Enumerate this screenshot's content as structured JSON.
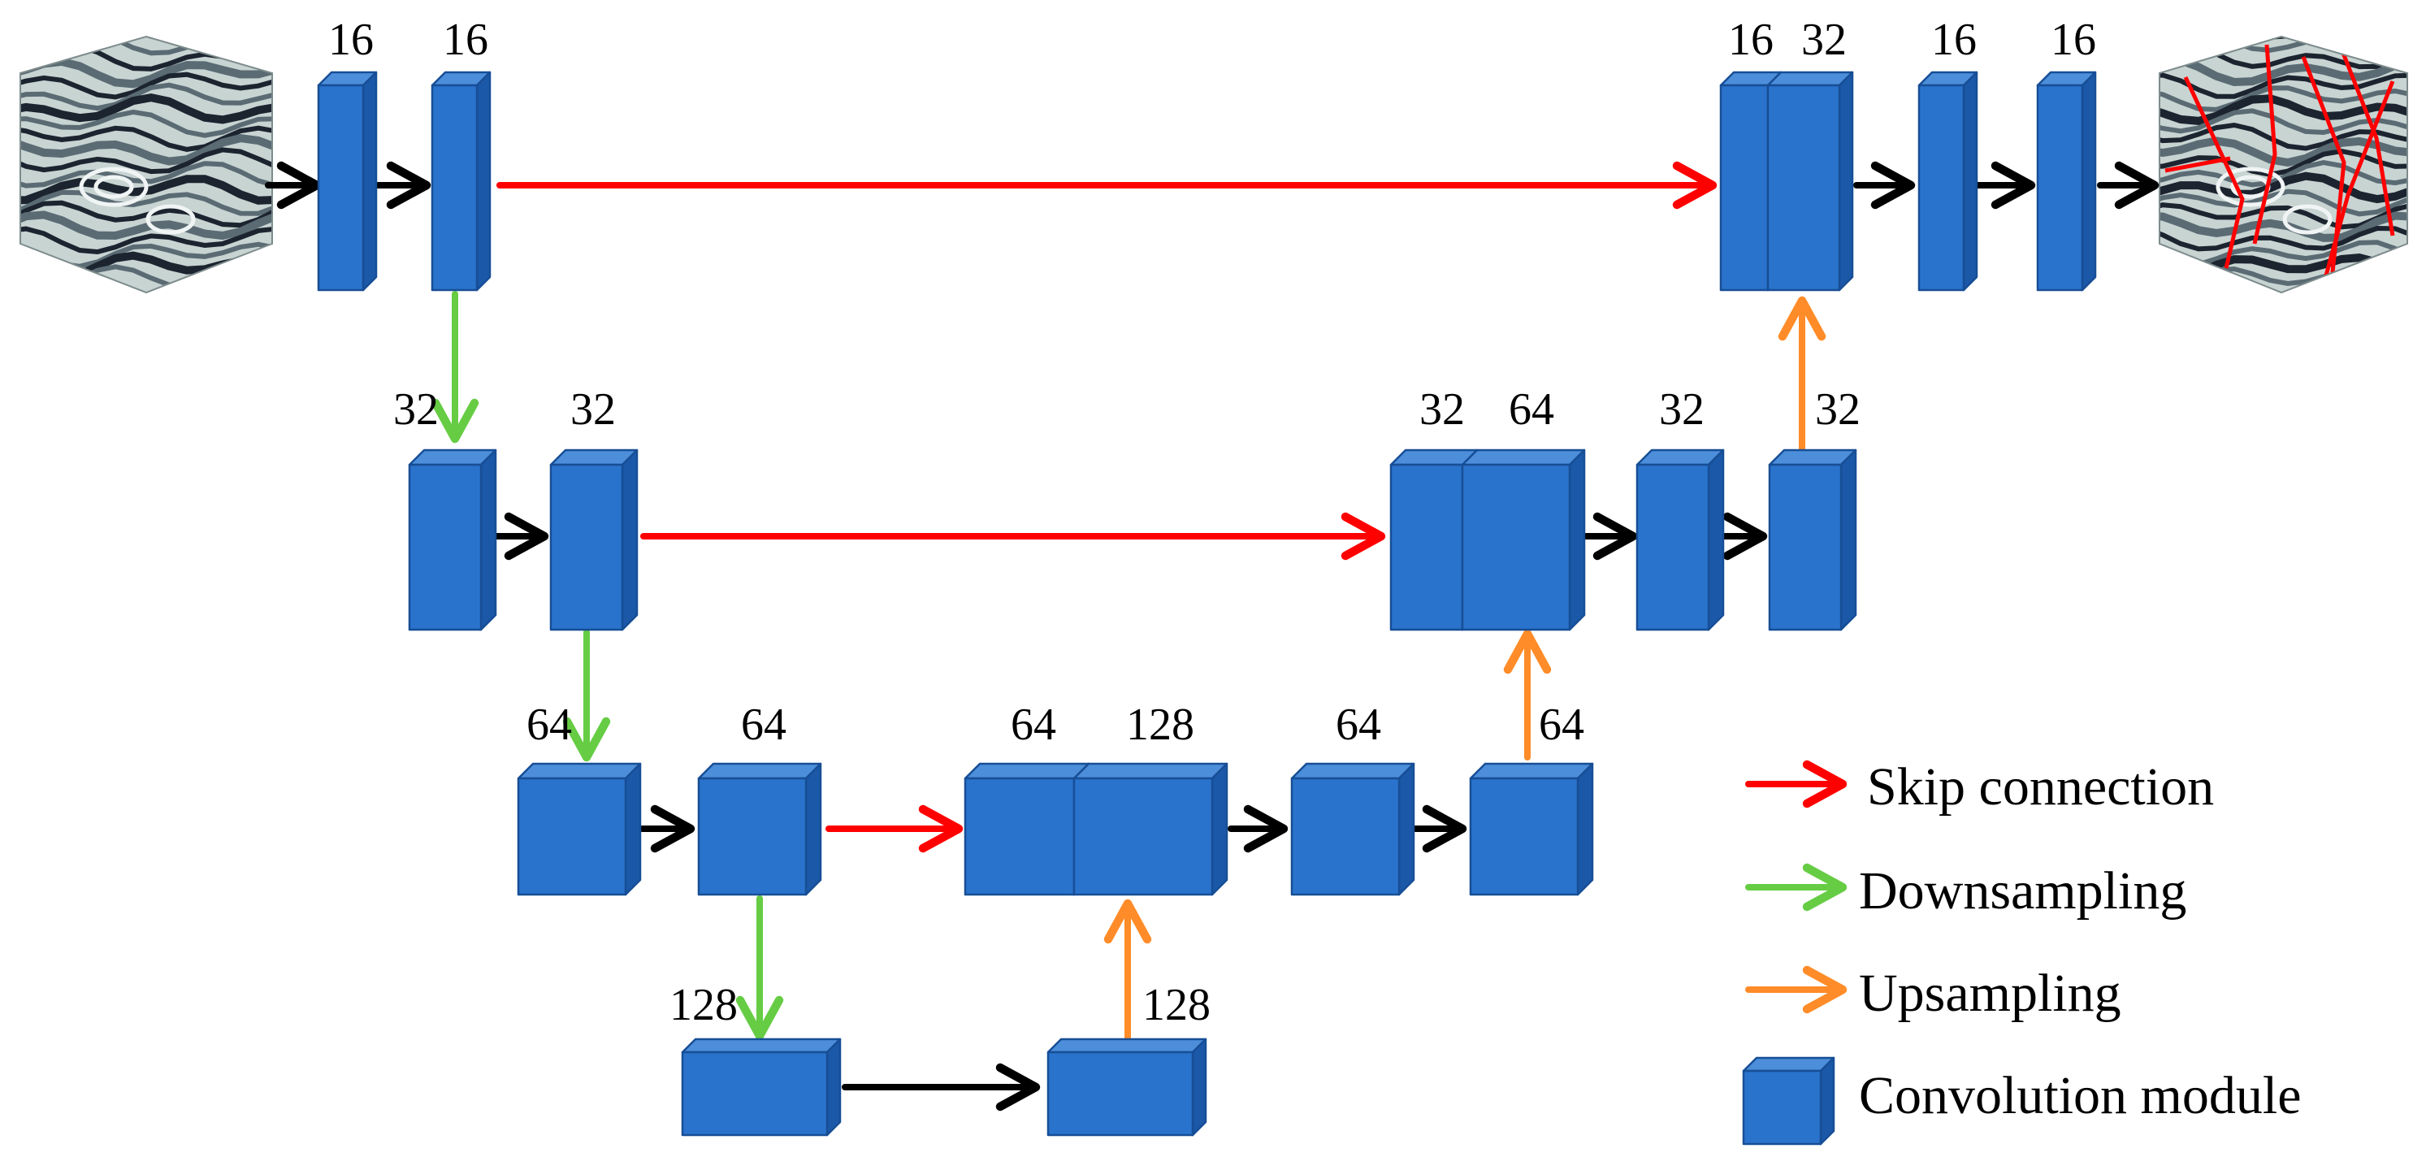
{
  "colors": {
    "block_front": "#2A73CC",
    "block_top": "#4D8EDB",
    "block_side": "#1B58A8",
    "block_edge": "#174E96",
    "skip": "#FF0000",
    "down": "#66CC44",
    "up": "#FF8C28",
    "flow": "#000000"
  },
  "images": {
    "input": "seismic-volume-input",
    "output": "fault-detection-output"
  },
  "blocks": [
    {
      "id": "e1a",
      "level": 1,
      "label": "16"
    },
    {
      "id": "e1b",
      "level": 1,
      "label": "16"
    },
    {
      "id": "d1a",
      "level": 1,
      "label": "16"
    },
    {
      "id": "d1b",
      "level": 1,
      "label": "32"
    },
    {
      "id": "d1c",
      "level": 1,
      "label": "16"
    },
    {
      "id": "d1d",
      "level": 1,
      "label": "16"
    },
    {
      "id": "e2a",
      "level": 2,
      "label": "32"
    },
    {
      "id": "e2b",
      "level": 2,
      "label": "32"
    },
    {
      "id": "d2a",
      "level": 2,
      "label": "32"
    },
    {
      "id": "d2b",
      "level": 2,
      "label": "64"
    },
    {
      "id": "d2c",
      "level": 2,
      "label": "32"
    },
    {
      "id": "d2d",
      "level": 2,
      "label": "32"
    },
    {
      "id": "e3a",
      "level": 3,
      "label": "64"
    },
    {
      "id": "e3b",
      "level": 3,
      "label": "64"
    },
    {
      "id": "d3a",
      "level": 3,
      "label": "64"
    },
    {
      "id": "d3b",
      "level": 3,
      "label": "128"
    },
    {
      "id": "d3c",
      "level": 3,
      "label": "64"
    },
    {
      "id": "d3d",
      "level": 3,
      "label": "64"
    },
    {
      "id": "b4a",
      "level": 4,
      "label": "128"
    },
    {
      "id": "b4b",
      "level": 4,
      "label": "128"
    }
  ],
  "legend": {
    "skip": "Skip connection",
    "down": "Downsampling",
    "up": "Upsampling",
    "conv": "Convolution module"
  }
}
